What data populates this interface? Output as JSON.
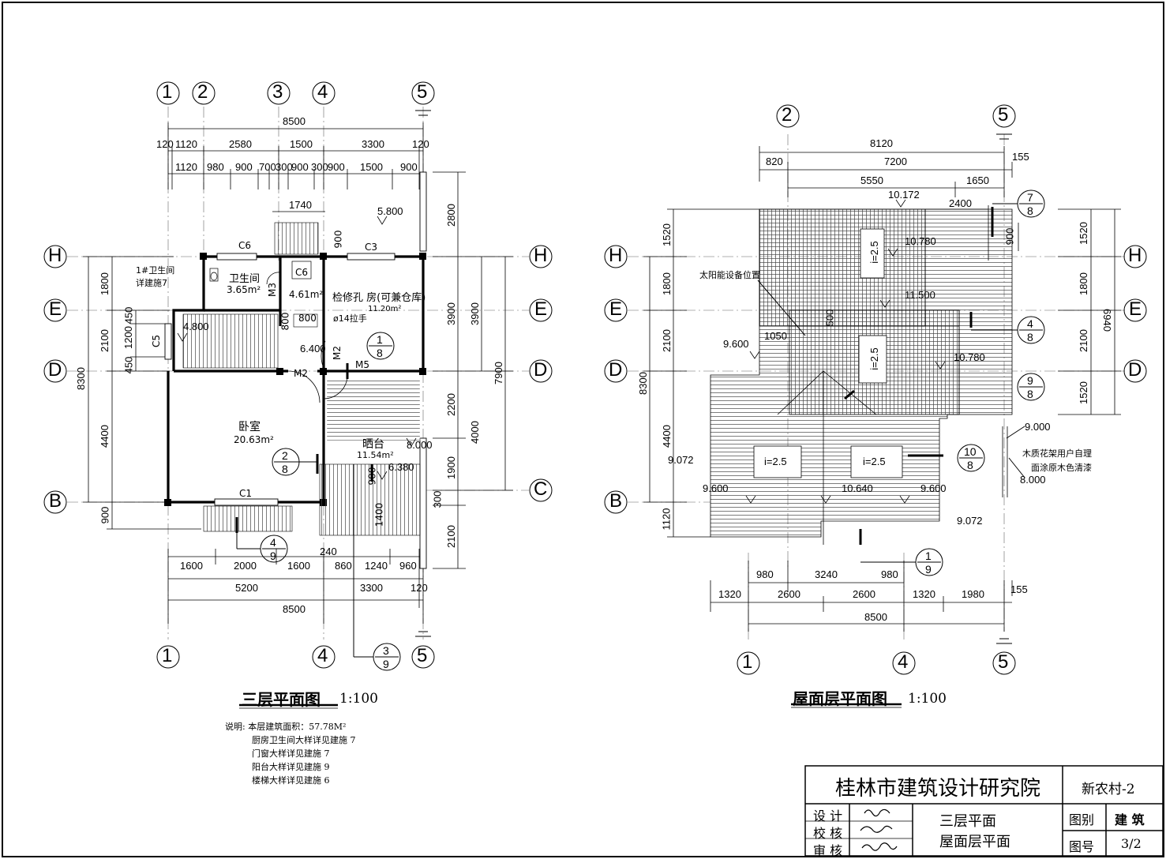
{
  "plan_left": {
    "title": "三层平面图",
    "scale": "1:100",
    "axes_top": [
      "1",
      "2",
      "3",
      "4",
      "5"
    ],
    "axes_bottom": [
      "1",
      "4",
      "5"
    ],
    "axes_rows_left": [
      "H",
      "E",
      "D",
      "B"
    ],
    "axes_rows_right": [
      "H",
      "E",
      "D",
      "C"
    ],
    "dims_top_total": "8500",
    "dims_top_row2": [
      "120",
      "1120",
      "2580",
      "1500",
      "3300",
      "120"
    ],
    "dims_top_row3": [
      "1120",
      "980",
      "900",
      "700",
      "300",
      "900",
      "300",
      "900",
      "1500",
      "900"
    ],
    "dims_bottom_row1": [
      "1600",
      "2000",
      "1600",
      "240",
      "860",
      "1240",
      "960"
    ],
    "dims_bottom_row2": [
      "5200",
      "3300",
      "120"
    ],
    "dims_bottom_total": "8500",
    "dims_left_outer": "8300",
    "dims_left": [
      "1800",
      "2100",
      "4400",
      "900"
    ],
    "dims_left_inner": [
      "450",
      "1200",
      "450"
    ],
    "dims_right_outer": "7900",
    "dims_right": [
      "2800",
      "3900",
      "3900",
      "2200",
      "4000",
      "1900",
      "300",
      "2100"
    ],
    "room_labels": {
      "c6": "C6",
      "c3": "C3",
      "c6b": "C6",
      "c5": "C5",
      "c1": "C1",
      "m2": "M2",
      "m2b": "M2",
      "m3": "M3",
      "m5": "M5",
      "bath": "卫生间",
      "bath_area": "3.65m²",
      "area_461": "4.61m²",
      "store": "检修孔 房(可兼仓库)",
      "store_area": "11.20m²",
      "hatch": "ø14拉手",
      "bed": "卧室",
      "bed_area": "20.63m²",
      "balcony": "晒台",
      "balcony_area": "11.54m²",
      "d800": "800",
      "d900": "900",
      "d1740": "1740",
      "d800b": "800",
      "d900b": "900",
      "d1400": "1400"
    },
    "levels": [
      "5.800",
      "4.800",
      "6.400",
      "8.000",
      "6.380"
    ],
    "note_toilet": [
      "1#卫生间",
      "详建施7"
    ],
    "callouts": [
      {
        "top": "1",
        "bottom": "8"
      },
      {
        "top": "2",
        "bottom": "8"
      },
      {
        "top": "4",
        "bottom": "9"
      },
      {
        "top": "3",
        "bottom": "9"
      }
    ],
    "notes": [
      "说明: 本层建筑面积：57.78M²",
      "厨房卫生间大样详见建施 7",
      "门窗大样详见建施 7",
      "阳台大样详见建施 9",
      "楼梯大样详见建施 6"
    ]
  },
  "plan_right": {
    "title": "屋面层平面图",
    "scale": "1:100",
    "axes_top": [
      "2",
      "5"
    ],
    "axes_bottom": [
      "1",
      "4",
      "5"
    ],
    "axes_rows_left": [
      "H",
      "E",
      "D",
      "B"
    ],
    "axes_rows_right": [
      "H",
      "E",
      "D"
    ],
    "dims_top_total": "8120",
    "dims_top_row2": [
      "820",
      "7200",
      "155"
    ],
    "dims_top_row3": [
      "5550",
      "1650"
    ],
    "dims_top_2400": "2400",
    "dims_bottom_row1": [
      "980",
      "3240",
      "980"
    ],
    "dims_bottom_row2": [
      "1320",
      "2600",
      "2600",
      "1320",
      "1980",
      "155"
    ],
    "dims_bottom_total": "8500",
    "dims_left_outer": "8300",
    "dims_left": [
      "1520",
      "1800",
      "2100",
      "4400",
      "1120"
    ],
    "dims_right_outer": "6940",
    "dims_right": [
      "1520",
      "1800",
      "2100",
      "1520"
    ],
    "d900": "900",
    "d500": "500",
    "d1050": "1050",
    "levels": [
      "10.172",
      "10.780",
      "11.500",
      "10.780",
      "9.600",
      "9.072",
      "9.600",
      "10.640",
      "9.600",
      "9.072",
      "9.000",
      "8.000"
    ],
    "slopes": [
      "i=2.5",
      "i=2.5",
      "i=2.5",
      "i=2.5"
    ],
    "solar": "太阳能设备位置",
    "wood_note": [
      "木质花架用户自理",
      "面涂原木色清漆"
    ],
    "callouts": [
      {
        "top": "7",
        "bottom": "8"
      },
      {
        "top": "4",
        "bottom": "8"
      },
      {
        "top": "9",
        "bottom": "8"
      },
      {
        "top": "10",
        "bottom": "8"
      },
      {
        "top": "1",
        "bottom": "9"
      }
    ]
  },
  "title_block": {
    "institute": "桂林市建筑设计研究院",
    "project": "新农村-2",
    "roles": [
      "设 计",
      "校 核",
      "审 核"
    ],
    "drawing_names": [
      "三层平面",
      "屋面层平面"
    ],
    "category_label": "图别",
    "category_value": "建 筑",
    "number_label": "图号",
    "number_value": "3/2"
  }
}
